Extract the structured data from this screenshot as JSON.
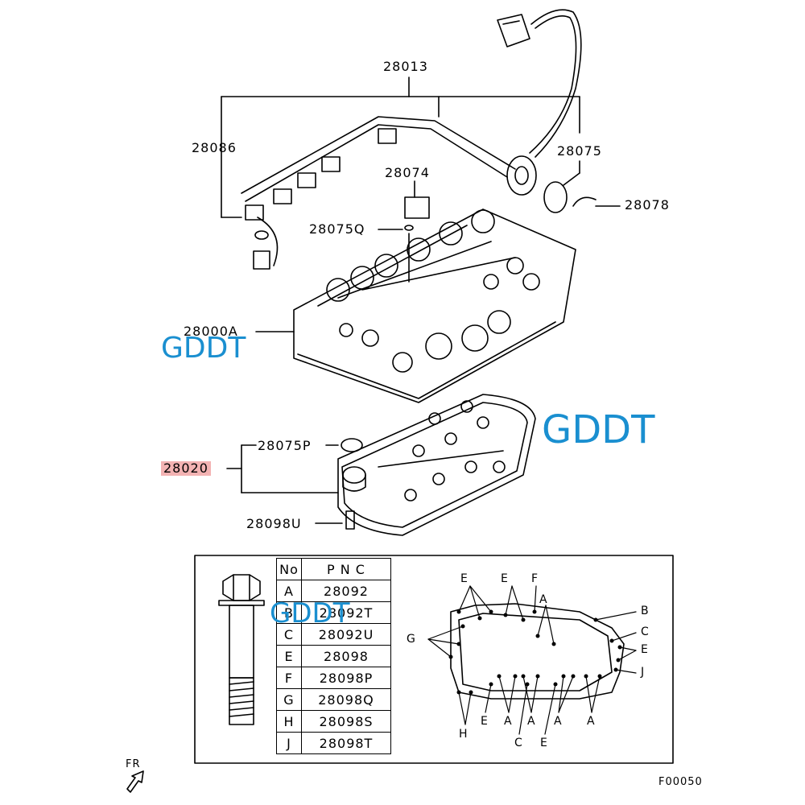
{
  "callouts": {
    "c28013": "28013",
    "c28086": "28086",
    "c28075": "28075",
    "c28074": "28074",
    "c28078": "28078",
    "c28075Q": "28075Q",
    "c28000A": "28000A",
    "c28075P": "28075P",
    "c28020": "28020",
    "c28098U": "28098U"
  },
  "watermarks": [
    "GDDT",
    "GDDT",
    "GDDT"
  ],
  "table": {
    "headers": [
      "No",
      "P N C"
    ],
    "rows": [
      [
        "A",
        "28092"
      ],
      [
        "B",
        "28092T"
      ],
      [
        "C",
        "28092U"
      ],
      [
        "E",
        "28098"
      ],
      [
        "F",
        "28098P"
      ],
      [
        "G",
        "28098Q"
      ],
      [
        "H",
        "28098S"
      ],
      [
        "J",
        "28098T"
      ]
    ]
  },
  "bolt_map_letters": {
    "e1": "E",
    "e2": "E",
    "f": "F",
    "a_top": "A",
    "b": "B",
    "c_right": "C",
    "e_right": "E",
    "j": "J",
    "g": "G",
    "h": "H",
    "e_bot1": "E",
    "a_bot1": "A",
    "a_bot2": "A",
    "a_bot3": "A",
    "a_bot4": "A",
    "c_bot": "C",
    "e_bot2": "E"
  },
  "footer": {
    "front_label": "FR",
    "figure_code": "F00050"
  },
  "colors": {
    "highlight": "#f3b3b3",
    "watermark": "#1a8fd0"
  }
}
